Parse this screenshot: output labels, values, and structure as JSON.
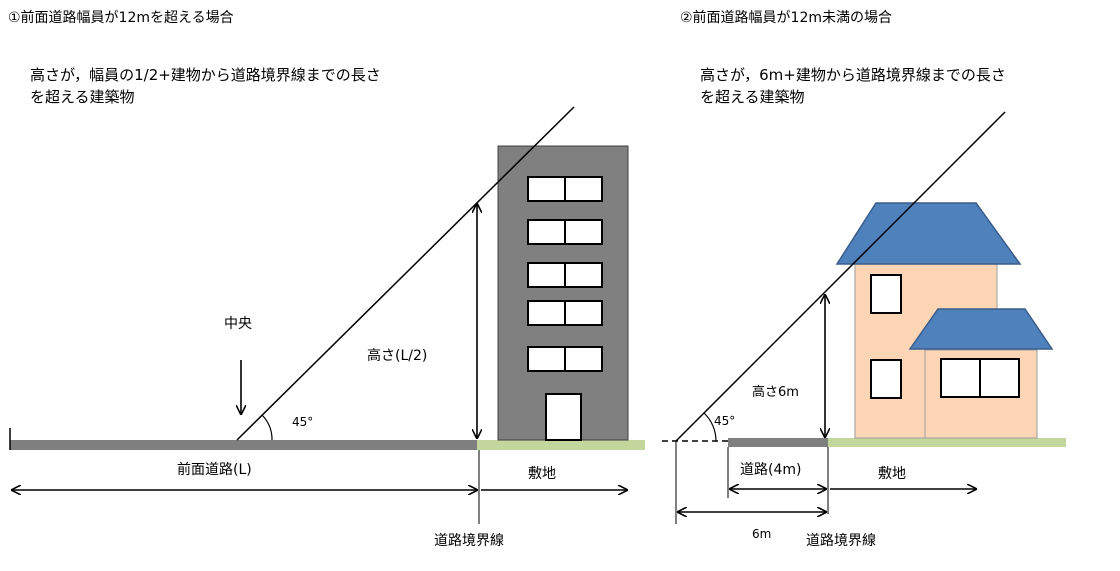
{
  "left": {
    "title": "①前面道路幅員が12mを超える場合",
    "desc_line1": "高さが，幅員の1/2+建物から道路境界線までの長さ",
    "desc_line2": "を超える建築物",
    "center_label": "中央",
    "height_label": "高さ(L/2)",
    "angle_label": "45°",
    "road_label": "前面道路(L)",
    "site_label": "敷地",
    "boundary_label": "道路境界線"
  },
  "right": {
    "title": "②前面道路幅員が12m未満の場合",
    "desc_line1": "高さが，6m+建物から道路境界線までの長さ",
    "desc_line2": "を超える建築物",
    "height_label": "高さ6m",
    "angle_label": "45°",
    "road_label": "道路(4m)",
    "site_label": "敷地",
    "dist_label": "6m",
    "boundary_label": "道路境界線"
  },
  "colors": {
    "road": "#7f7f7f",
    "site": "#c3d69b",
    "building": "#808080",
    "roof": "#4f81bd",
    "house_wall": "#fcd5b5"
  }
}
